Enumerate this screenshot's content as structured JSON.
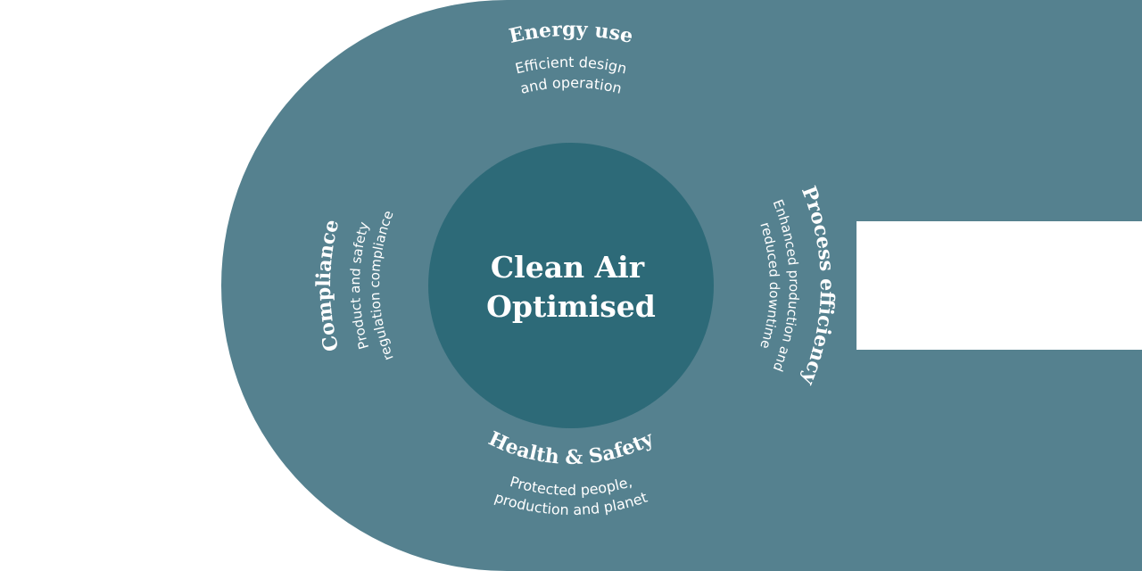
{
  "colors": {
    "background": "#ffffff",
    "outer_ring": "#55818f",
    "inner_circle": "#2d6a78",
    "text": "#ffffff"
  },
  "center": {
    "line1": "Clean Air",
    "line2": "Optimised"
  },
  "segments": [
    {
      "id": "energy-use",
      "position": "top",
      "title": "Energy use",
      "subtitle_lines": [
        "Efficient design",
        "and operation"
      ]
    },
    {
      "id": "process-efficiency",
      "position": "right",
      "title": "Process efficiency",
      "subtitle_lines": [
        "Enhanced production and",
        "reduced downtime"
      ]
    },
    {
      "id": "health-safety",
      "position": "bottom",
      "title": "Health & Safety",
      "subtitle_lines": [
        "Protected people,",
        "production and planet"
      ]
    },
    {
      "id": "compliance",
      "position": "left",
      "title": "Compliance",
      "subtitle_lines": [
        "Product and safety",
        "regulation compliance"
      ]
    }
  ]
}
